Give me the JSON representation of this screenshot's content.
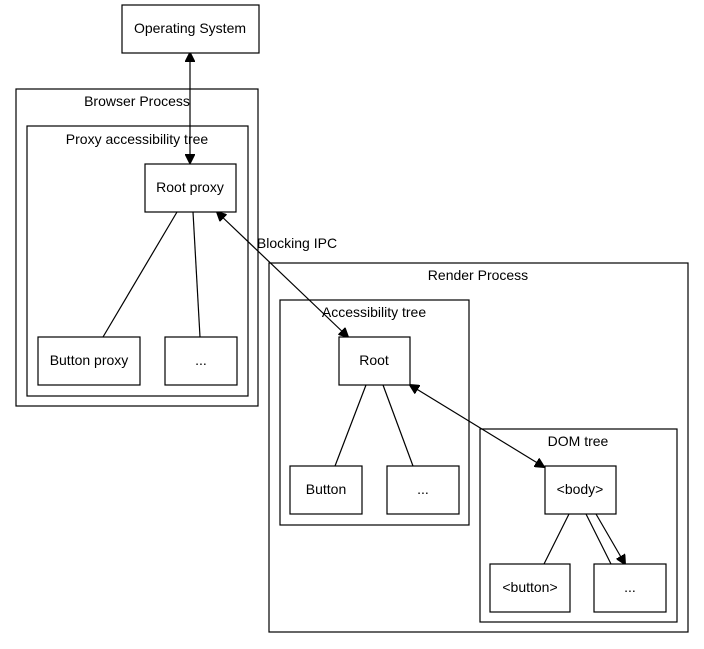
{
  "nodes": {
    "operating_system": "Operating System",
    "root_proxy": "Root proxy",
    "button_proxy": "Button proxy",
    "proxy_ellipsis": "...",
    "root": "Root",
    "button": "Button",
    "acc_ellipsis": "...",
    "body": "<body>",
    "button_tag": "<button>",
    "dom_ellipsis": "..."
  },
  "clusters": {
    "browser_process": "Browser Process",
    "proxy_tree": "Proxy accessibility tree",
    "render_process": "Render Process",
    "accessibility_tree": "Accessibility tree",
    "dom_tree": "DOM tree"
  },
  "edges": {
    "blocking_ipc": "Blocking IPC"
  }
}
